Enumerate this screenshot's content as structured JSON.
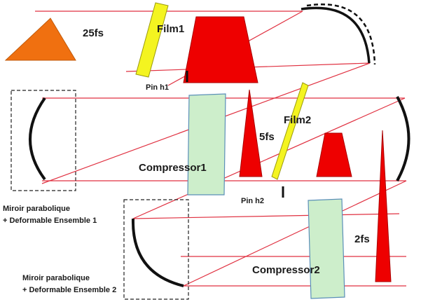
{
  "labels": {
    "pulse_25": "25fs",
    "film1": "Film1",
    "pinhole1": "Pin h1",
    "compressor1": "Compressor1",
    "pulse_5": "5fs",
    "film2": "Film2",
    "pinhole2": "Pin h2",
    "mirror1_line1": "Miroir parabolique",
    "mirror1_line2": "+ Deformable Ensemble 1",
    "pulse_2": "2fs",
    "mirror2_line1": "Miroir parabolique",
    "mirror2_line2": "+ Deformable Ensemble 2",
    "compressor2": "Compressor2"
  },
  "colors": {
    "beam": "#e03040",
    "pulse_25": "#f07010",
    "film": "#f4f420",
    "pulse_red": "#ee0000",
    "compressor": "#cdeecb",
    "compressor_stroke": "#5a8fb8",
    "mirror": "#111111"
  }
}
